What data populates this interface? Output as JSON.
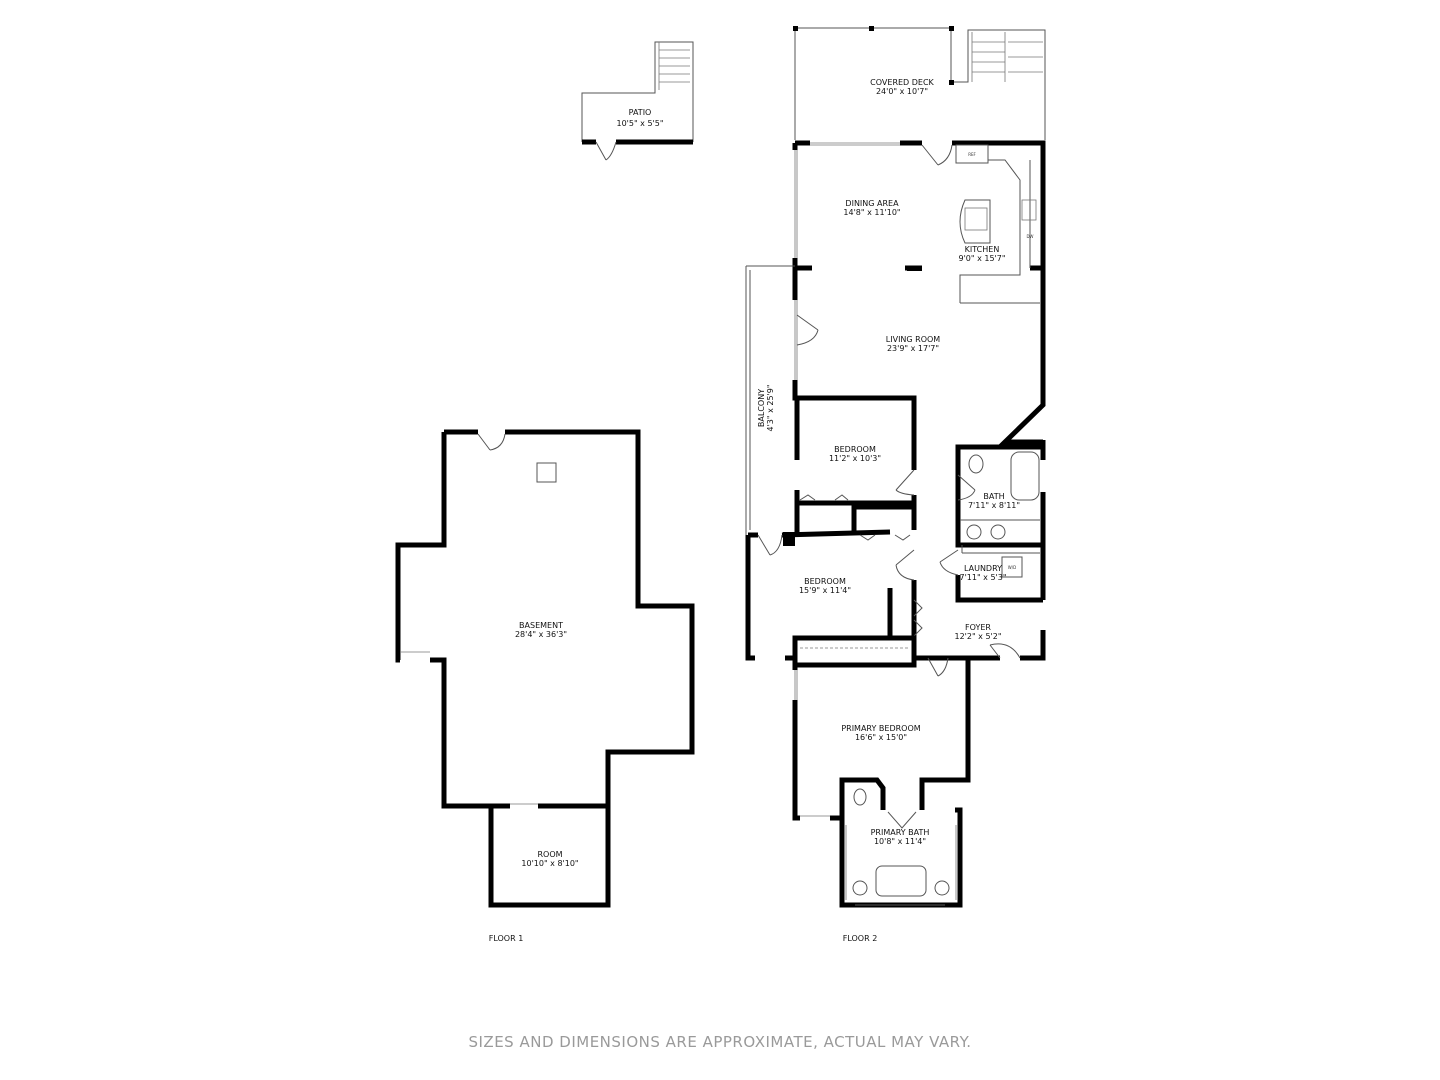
{
  "rooms": {
    "covered_deck": {
      "name": "COVERED DECK",
      "size": "24'0\" x 10'7\""
    },
    "patio": {
      "name": "PATIO",
      "size": "10'5\" x 5'5\""
    },
    "dining_area": {
      "name": "DINING AREA",
      "size": "14'8\" x 11'10\""
    },
    "kitchen": {
      "name": "KITCHEN",
      "size": "9'0\" x 15'7\""
    },
    "living_room": {
      "name": "LIVING ROOM",
      "size": "23'9\" x 17'7\""
    },
    "balcony": {
      "name": "BALCONY",
      "size": "4'3\" x 25'9\""
    },
    "bedroom_1": {
      "name": "BEDROOM",
      "size": "11'2\" x 10'3\""
    },
    "bath": {
      "name": "BATH",
      "size": "7'11\" x 8'11\""
    },
    "laundry": {
      "name": "LAUNDRY",
      "size": "7'11\" x 5'3\""
    },
    "bedroom_2": {
      "name": "BEDROOM",
      "size": "15'9\" x 11'4\""
    },
    "foyer": {
      "name": "FOYER",
      "size": "12'2\" x 5'2\""
    },
    "primary_bedroom": {
      "name": "PRIMARY BEDROOM",
      "size": "16'6\" x 15'0\""
    },
    "primary_bath": {
      "name": "PRIMARY BATH",
      "size": "10'8\" x 11'4\""
    },
    "basement": {
      "name": "BASEMENT",
      "size": "28'4\" x 36'3\""
    },
    "room": {
      "name": "ROOM",
      "size": "10'10\" x 8'10\""
    }
  },
  "fixtures": {
    "ref": "REF",
    "dw": "DW",
    "wd": "W/D"
  },
  "floors": {
    "floor1": "FLOOR 1",
    "floor2": "FLOOR 2"
  },
  "disclaimer": "SIZES AND DIMENSIONS ARE APPROXIMATE, ACTUAL MAY VARY."
}
